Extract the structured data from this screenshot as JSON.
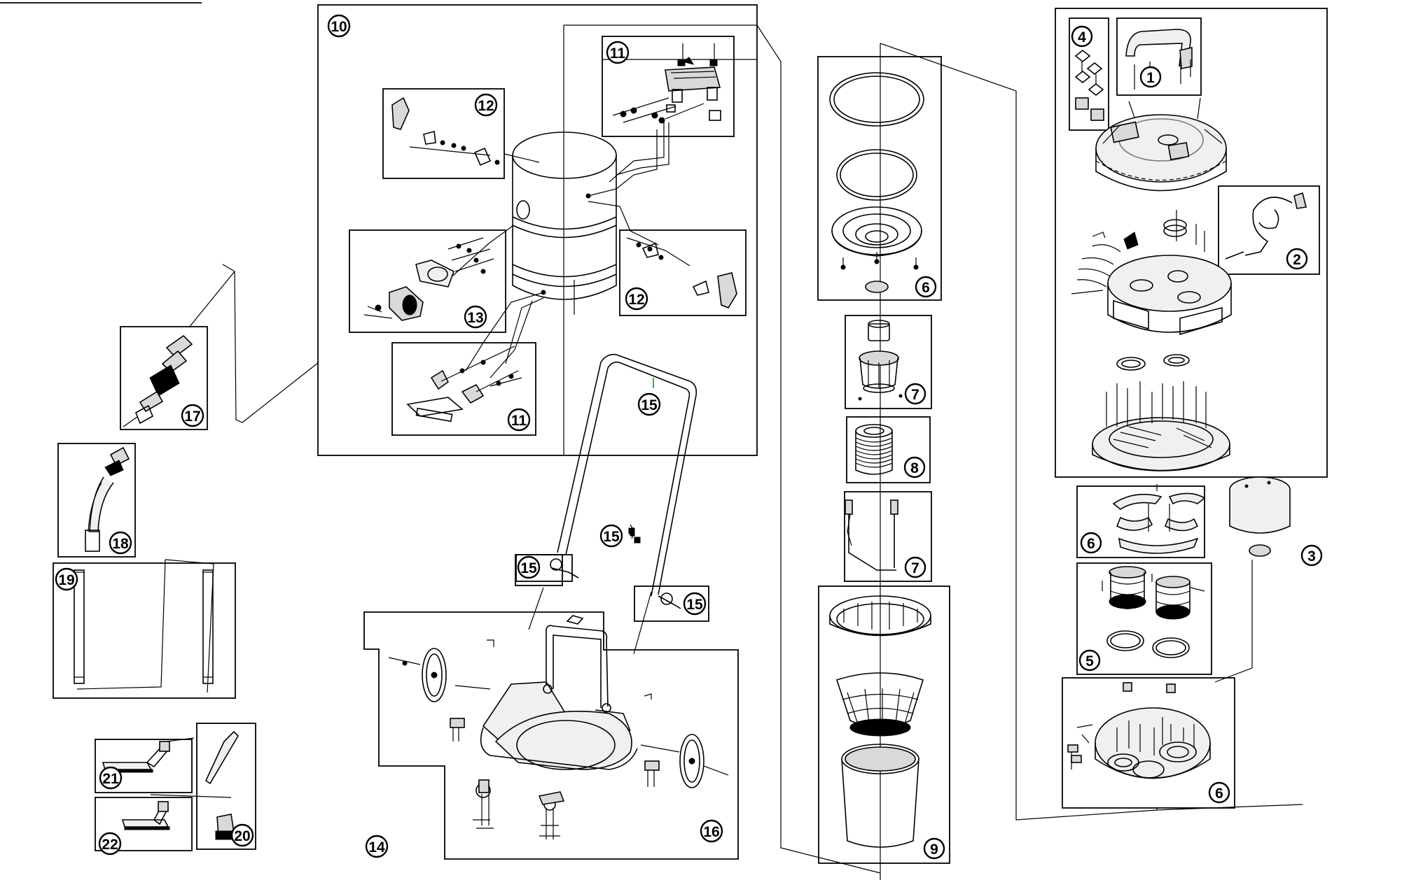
{
  "diagram": {
    "callouts": [
      {
        "id": "c1",
        "label": "1"
      },
      {
        "id": "c2",
        "label": "2"
      },
      {
        "id": "c3",
        "label": "3"
      },
      {
        "id": "c4",
        "label": "4"
      },
      {
        "id": "c5",
        "label": "5"
      },
      {
        "id": "c6a",
        "label": "6"
      },
      {
        "id": "c6b",
        "label": "6"
      },
      {
        "id": "c6c",
        "label": "6"
      },
      {
        "id": "c7a",
        "label": "7"
      },
      {
        "id": "c7b",
        "label": "7"
      },
      {
        "id": "c8",
        "label": "8"
      },
      {
        "id": "c9",
        "label": "9"
      },
      {
        "id": "c10",
        "label": "10"
      },
      {
        "id": "c11a",
        "label": "11"
      },
      {
        "id": "c11b",
        "label": "11"
      },
      {
        "id": "c12a",
        "label": "12"
      },
      {
        "id": "c12b",
        "label": "12"
      },
      {
        "id": "c13",
        "label": "13"
      },
      {
        "id": "c14",
        "label": "14"
      },
      {
        "id": "c15a",
        "label": "15"
      },
      {
        "id": "c15b",
        "label": "15"
      },
      {
        "id": "c15c",
        "label": "15"
      },
      {
        "id": "c15d",
        "label": "15"
      },
      {
        "id": "c16",
        "label": "16"
      },
      {
        "id": "c17",
        "label": "17"
      },
      {
        "id": "c18",
        "label": "18"
      },
      {
        "id": "c19",
        "label": "19"
      },
      {
        "id": "c20",
        "label": "20"
      },
      {
        "id": "c21",
        "label": "21"
      },
      {
        "id": "c22",
        "label": "22"
      }
    ]
  }
}
